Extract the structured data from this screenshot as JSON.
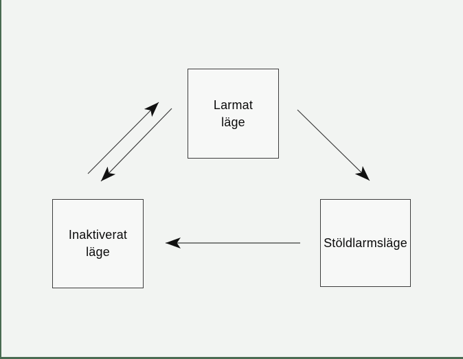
{
  "diagram": {
    "description": "State transition diagram with three modes connected by arrows",
    "nodes": [
      {
        "id": "larmat",
        "label": "Larmat\nläge"
      },
      {
        "id": "inaktiverat",
        "label": "Inaktiverat\nläge"
      },
      {
        "id": "stoldlarm",
        "label": "Stöldlarmsläge"
      }
    ],
    "edges": [
      {
        "from": "inaktiverat",
        "to": "larmat",
        "direction": "up-right"
      },
      {
        "from": "larmat",
        "to": "inaktiverat",
        "direction": "down-left"
      },
      {
        "from": "larmat",
        "to": "stoldlarm",
        "direction": "down-right"
      },
      {
        "from": "stoldlarm",
        "to": "inaktiverat",
        "direction": "left"
      }
    ],
    "colors": {
      "page_background": "#f2f4f2",
      "frame_border": "#4a6b52",
      "node_background": "#f7f8f7",
      "node_border": "#3c3c3c",
      "arrow": "#1c1c1c",
      "text": "#0a0a0a"
    }
  }
}
